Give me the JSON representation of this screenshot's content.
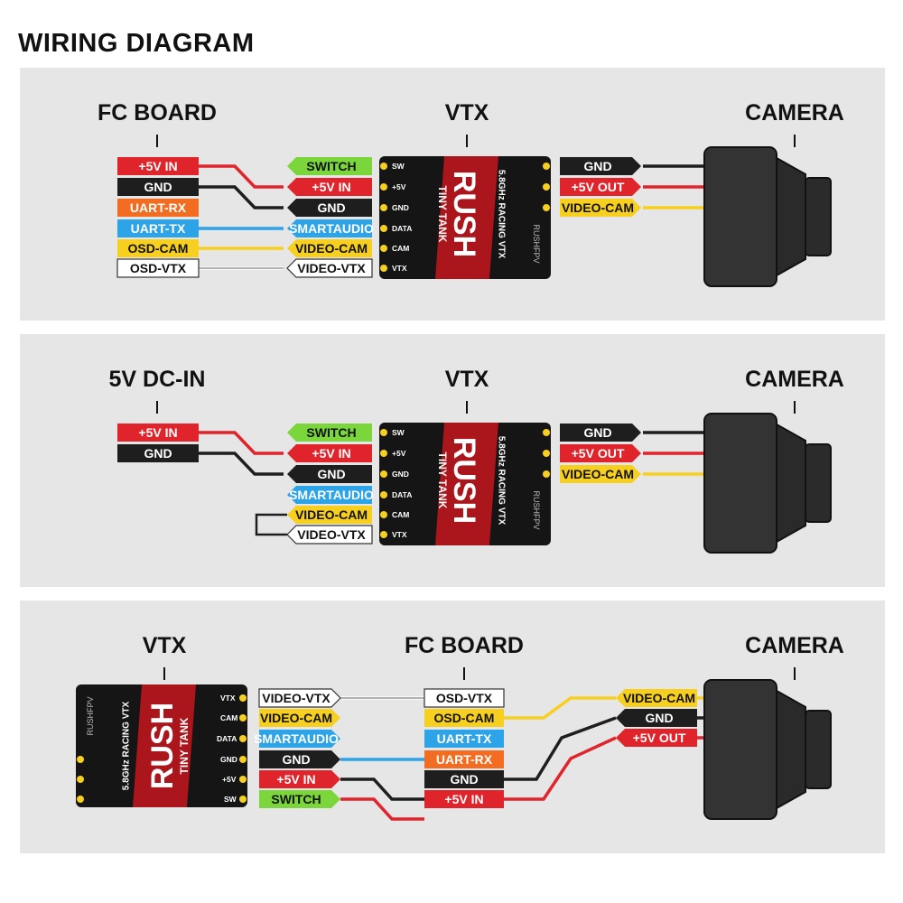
{
  "title": "WIRING DIAGRAM",
  "colors": {
    "red": "#e0242b",
    "black": "#1e1e1e",
    "orange": "#f26d21",
    "blue": "#2da3e8",
    "yellow": "#f7cf1f",
    "white": "#ffffff",
    "green": "#7ad63a",
    "panel": "#e6e6e6",
    "vtx_body": "#151515",
    "vtx_accent": "#c4161c"
  },
  "vtx_module": {
    "pins": [
      "SW",
      "+5V",
      "GND",
      "DATA",
      "CAM",
      "VTX"
    ],
    "logo": "RUSH",
    "model": "TINY TANK",
    "band": "5.8GHz RACING VTX",
    "brand": "RUSHFPV"
  },
  "panels": [
    {
      "headers": {
        "left": "FC BOARD",
        "middle": "VTX",
        "right": "CAMERA"
      },
      "left_labels": [
        "+5V IN",
        "GND",
        "UART-RX",
        "UART-TX",
        "OSD-CAM",
        "OSD-VTX"
      ],
      "vtx_labels": [
        "SWITCH",
        "+5V IN",
        "GND",
        "SMARTAUDIO",
        "VIDEO-CAM",
        "VIDEO-VTX"
      ],
      "camera_labels": [
        "GND",
        "+5V OUT",
        "VIDEO-CAM"
      ]
    },
    {
      "headers": {
        "left": "5V DC-IN",
        "middle": "VTX",
        "right": "CAMERA"
      },
      "left_labels": [
        "+5V IN",
        "GND"
      ],
      "vtx_labels": [
        "SWITCH",
        "+5V IN",
        "GND",
        "SMARTAUDIO",
        "VIDEO-CAM",
        "VIDEO-VTX"
      ],
      "camera_labels": [
        "GND",
        "+5V OUT",
        "VIDEO-CAM"
      ]
    },
    {
      "headers": {
        "left": "VTX",
        "middle": "FC BOARD",
        "right": "CAMERA"
      },
      "vtx_labels": [
        "VIDEO-VTX",
        "VIDEO-CAM",
        "SMARTAUDIO",
        "GND",
        "+5V IN",
        "SWITCH"
      ],
      "fc_labels": [
        "OSD-VTX",
        "OSD-CAM",
        "UART-TX",
        "UART-RX",
        "GND",
        "+5V IN"
      ],
      "camera_labels": [
        "VIDEO-CAM",
        "GND",
        "+5V OUT"
      ]
    }
  ]
}
